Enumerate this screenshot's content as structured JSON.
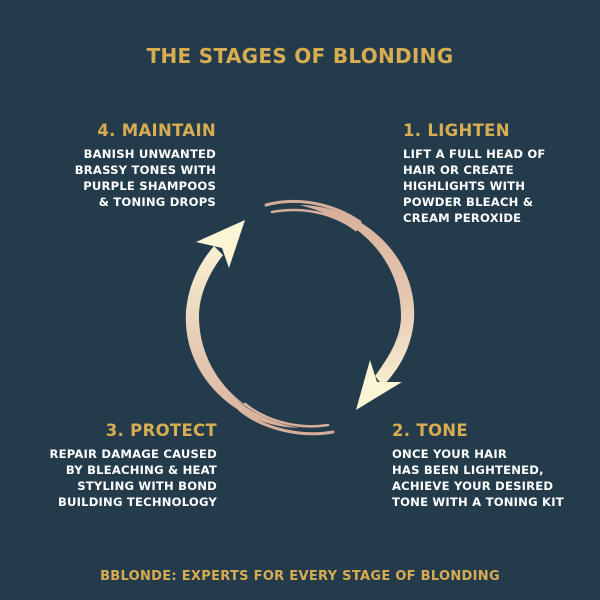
{
  "title": "THE STAGES OF BLONDING",
  "stages": {
    "maintain": {
      "number": "4",
      "heading": "4. MAINTAIN",
      "lines": [
        "BANISH UNWANTED",
        "BRASSY TONES WITH",
        "PURPLE SHAMPOOS",
        "& TONING DROPS"
      ]
    },
    "lighten": {
      "number": "1",
      "heading": "1. LIGHTEN",
      "lines": [
        "LIFT A FULL HEAD OF",
        "HAIR OR CREATE",
        "HIGHLIGHTS WITH",
        "POWDER BLEACH &",
        "CREAM PEROXIDE"
      ]
    },
    "protect": {
      "number": "3",
      "heading": "3. PROTECT",
      "lines": [
        "REPAIR DAMAGE CAUSED",
        "BY BLEACHING & HEAT",
        "STYLING WITH BOND",
        "BUILDING TECHNOLOGY"
      ]
    },
    "tone": {
      "number": "2",
      "heading": "2. TONE",
      "lines": [
        "ONCE YOUR HAIR",
        "HAS BEEN LIGHTENED,",
        "ACHIEVE YOUR DESIRED",
        "TONE WITH A TONING KIT"
      ]
    }
  },
  "cycle": {
    "icons": [
      "clockwise-arrow-right-icon",
      "clockwise-arrow-left-icon"
    ],
    "colors": {
      "background": "#233b4b",
      "gold": "#d8ad52",
      "arrow_light": "#fbf5d6",
      "arrow_rose": "#d9b39e"
    }
  },
  "footer": "BBLONDE: EXPERTS FOR EVERY STAGE OF BLONDING"
}
